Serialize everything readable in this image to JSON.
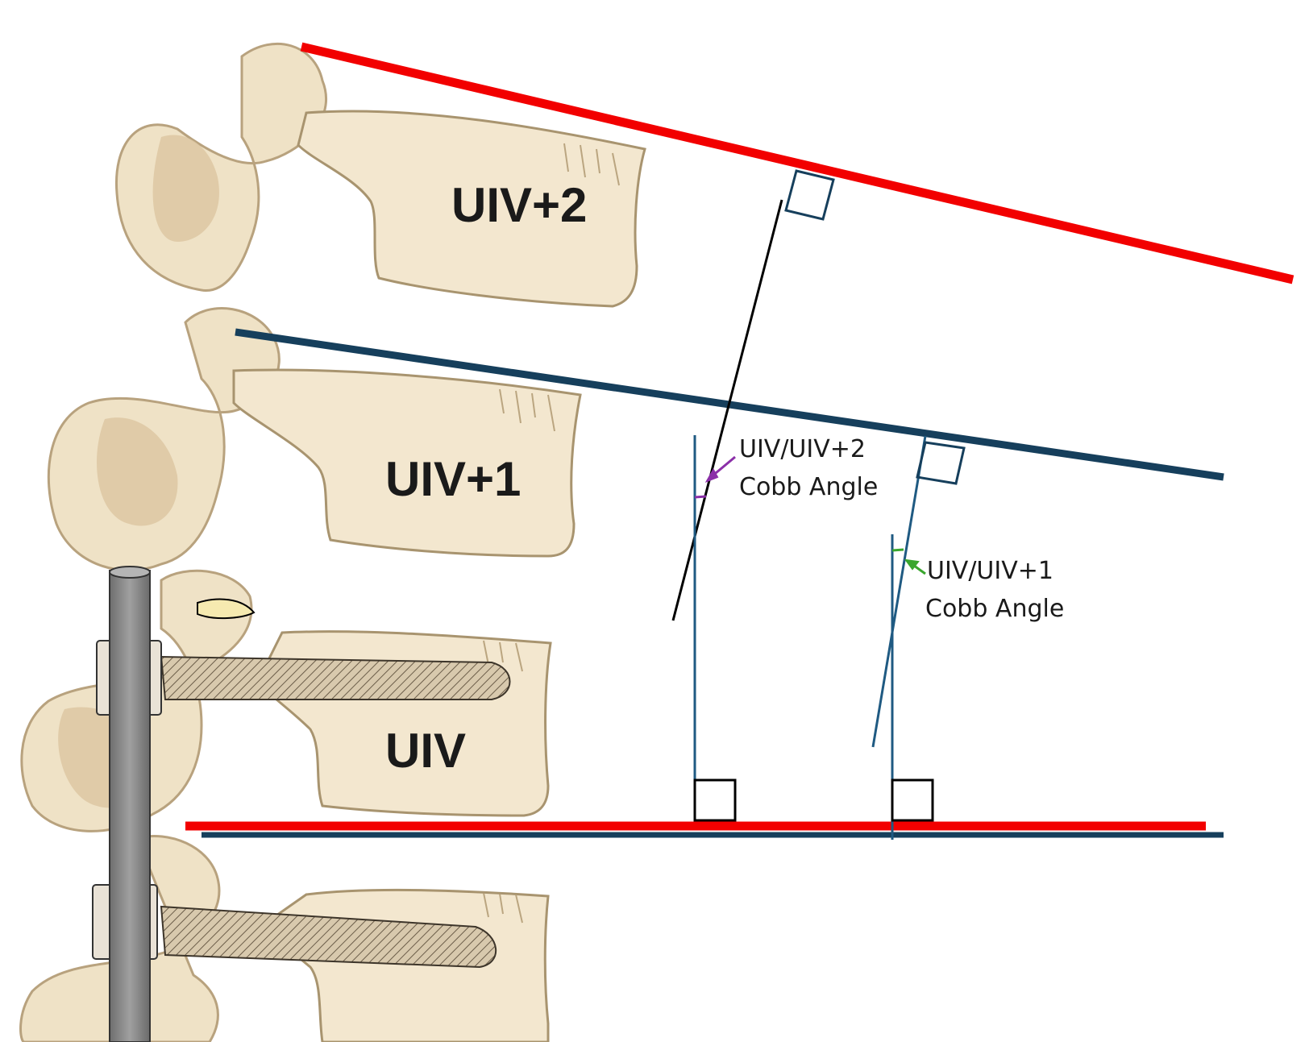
{
  "vertebra_labels": {
    "uiv_plus_2": "UIV+2",
    "uiv_plus_1": "UIV+1",
    "uiv": "UIV"
  },
  "cobb_labels": {
    "uiv_uiv2": {
      "line1": "UIV/UIV+2",
      "line2": "Cobb Angle",
      "arrow_color": "#8b2fa8"
    },
    "uiv_uiv1": {
      "line1": "UIV/UIV+1",
      "line2": "Cobb Angle",
      "arrow_color": "#3aa62e"
    }
  },
  "colors": {
    "red_line": "#f20000",
    "blue_line": "#163f5c",
    "black_line": "#000000",
    "bone": "#f3e7cf",
    "bone_shadow": "#d9c39f",
    "rod": "#8a8a8a",
    "screw": "#c9b79a"
  }
}
